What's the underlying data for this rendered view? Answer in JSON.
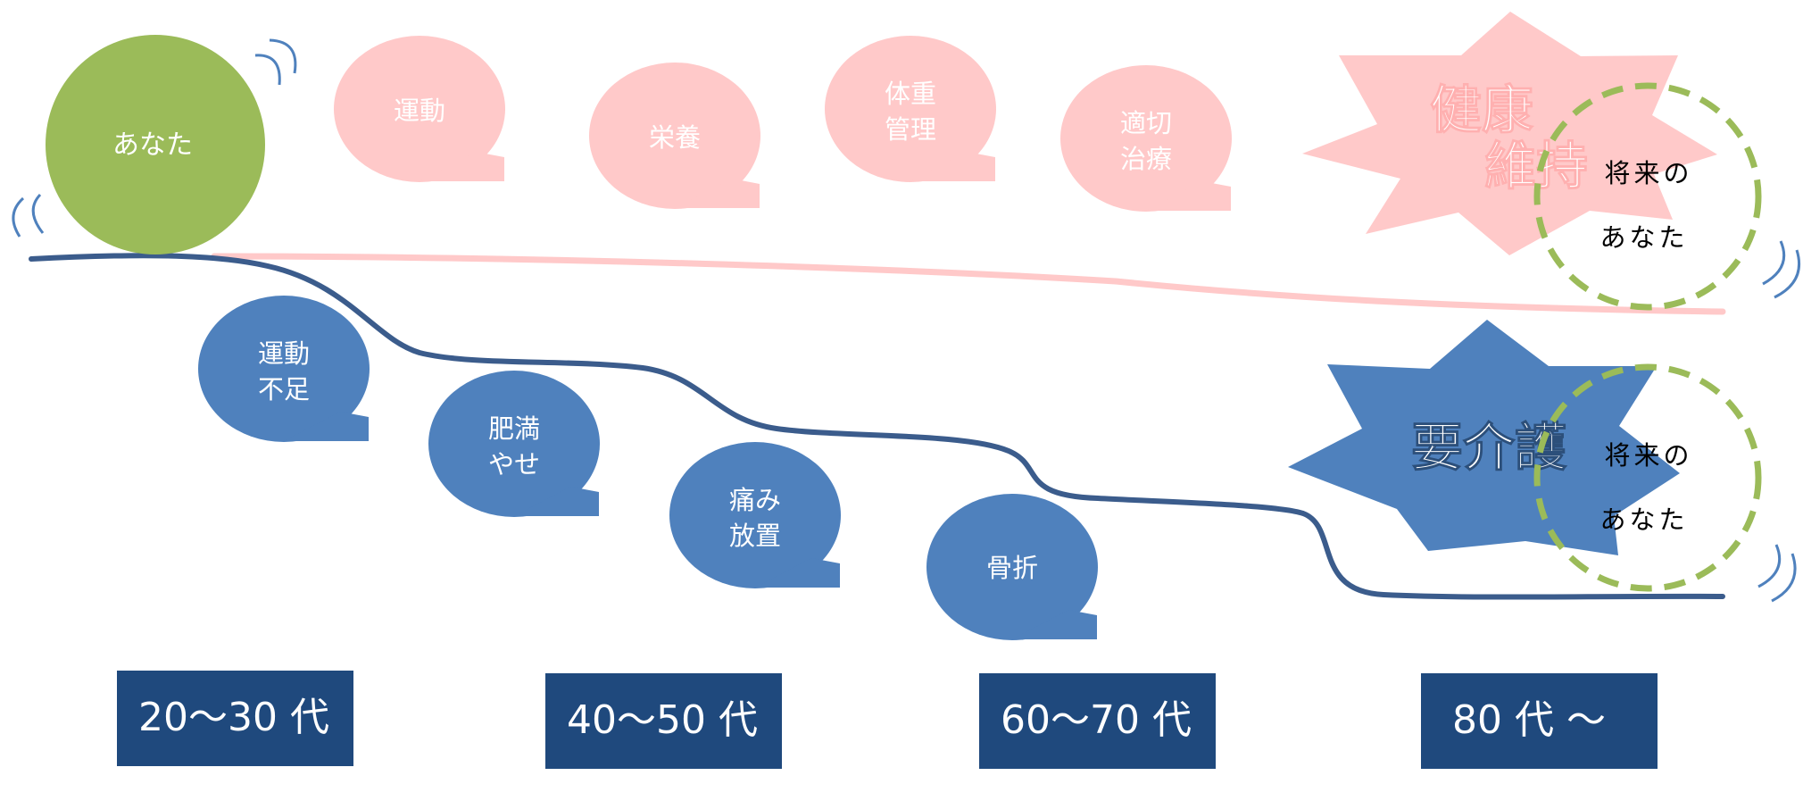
{
  "colors": {
    "pink_bubble": "#FFC9C9",
    "blue_bubble": "#4F81BD",
    "green_circle": "#9BBB59",
    "dark_line": "#3B5C8C",
    "pink_line": "#FFC9C9",
    "age_box": "#1F497D",
    "dashed_green": "#9BBB59"
  },
  "you": {
    "label": "あなた"
  },
  "positive_factors": [
    {
      "line1": "運動",
      "line2": ""
    },
    {
      "line1": "栄養",
      "line2": ""
    },
    {
      "line1": "体重",
      "line2": "管理"
    },
    {
      "line1": "適切",
      "line2": "治療"
    }
  ],
  "negative_factors": [
    {
      "line1": "運動",
      "line2": "不足"
    },
    {
      "line1": "肥満",
      "line2": "やせ"
    },
    {
      "line1": "痛み",
      "line2": "放置"
    },
    {
      "line1": "骨折",
      "line2": ""
    }
  ],
  "outcomes": {
    "good": {
      "line1": "健康",
      "line2": "維持"
    },
    "bad": {
      "label": "要介護"
    }
  },
  "future_you": {
    "line1": "将来の",
    "line2": "あなた"
  },
  "age_groups": [
    "20～30 代",
    "40～50 代",
    "60～70 代",
    "80 代 ～"
  ]
}
